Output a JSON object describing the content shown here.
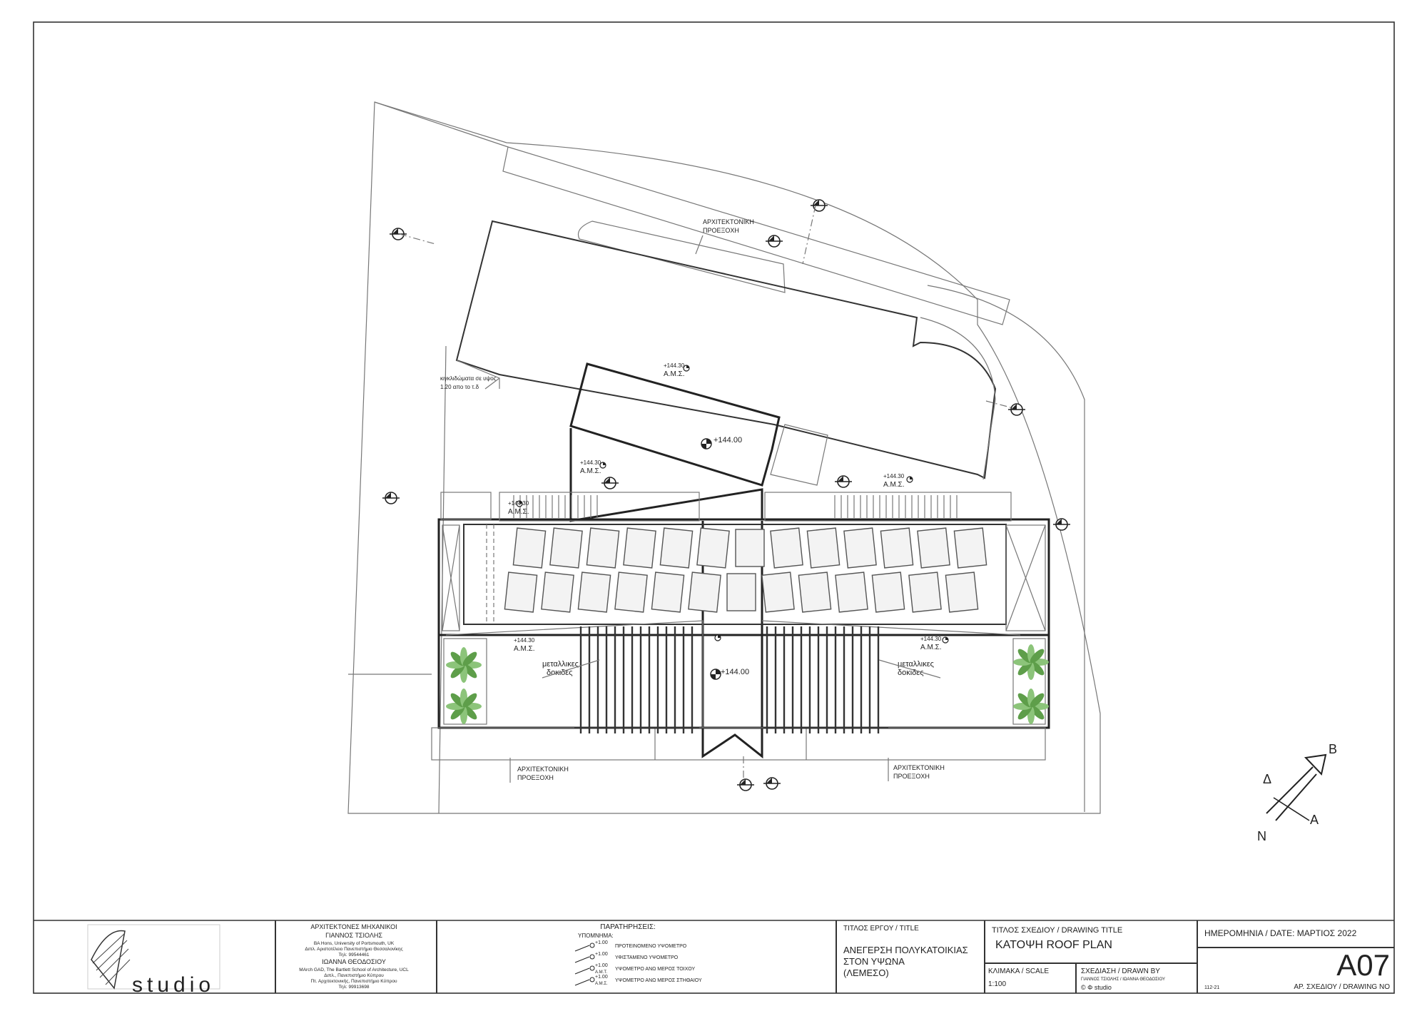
{
  "drawing": {
    "notes": {
      "overhang": "ΑΡΧΙΤΕΚΤΟΝΙΚΗ",
      "overhang2": "ΠΡΟΕΞΟΧΗ",
      "parapet": "κιγκλιδώματα σε υψος",
      "parapet2": "1.20 απο το τ.δ",
      "beams": "μεταλλικες",
      "beams2": "δοκιδες"
    },
    "levels": {
      "roof": "+144.30",
      "ams": "Α.Μ.Σ.",
      "floor": "+144.00"
    }
  },
  "north": {
    "b": "B",
    "d": "Δ",
    "a": "A",
    "n": "N"
  },
  "title_block": {
    "architects_title": "ΑΡΧΙΤΕΚΤΟΝΕΣ ΜΗΧΑΝΙΚΟΙ",
    "arch1_name": "ΓΙΑΝΝΟΣ ΤΣΙΟΛΗΣ",
    "arch1_l1": "BA Hons, University of Portsmouth, UK",
    "arch1_l2": "Διπλ. Αριστοτέλειο Πανεπιστήμιο Θεσσαλονίκης",
    "arch1_tel": "Τηλ: 99544461",
    "arch2_name": "ΙΩΑΝΝΑ ΘΕΟΔΟΣΙΟΥ",
    "arch2_l1": "MArch GAD, The Bartlett School of Architecture, UCL",
    "arch2_l2": "Διπλ., Πανεπιστήμιο Κύπρου",
    "arch2_l3": "Πτ. Αρχιτεκτονικής, Πανεπιστήμιο Κύπρου",
    "arch2_tel": "Τηλ: 99913698",
    "logo_text": "studio",
    "remarks_title": "ΠΑΡΑΤΗΡΗΣΕΙΣ:",
    "legend_title": "ΥΠΟΜΝΗΜΑ:",
    "legend": [
      {
        "value": "+1.00",
        "label": "ΠΡΟΤΕΙΝΟΜΕΝΟ ΥΨΟΜΕΤΡΟ"
      },
      {
        "value": "+1.00",
        "label": "ΥΦΙΣΤΑΜΕΝΟ ΥΨΟΜΕΤΡΟ"
      },
      {
        "value": "+1.00",
        "label": "ΥΨΟΜΕΤΡΟ ΑΝΩ ΜΕΡΟΣ ΤΟΙΧΟΥ"
      },
      {
        "value": "+1.00",
        "label": "ΥΨΟΜΕΤΡΟ ΑΝΩ ΜΕΡΟΣ ΣΤΗΘΑΙΟΥ"
      }
    ],
    "legend_sub": "Α.Μ.Τ.",
    "legend_sub2": "Α.Μ.Σ.",
    "project_label": "ΤΙΤΛΟΣ ΕΡΓΟΥ / TITLE",
    "project_l1": "ΑΝΕΓΕΡΣΗ ΠΟΛΥΚΑΤΟΙΚΙΑΣ",
    "project_l2": "ΣΤΟΝ ΥΨΩΝΑ",
    "project_l3": "(ΛΕΜΕΣΟ)",
    "drawing_title_label": "ΤΙΤΛΟΣ ΣΧΕΔΙΟΥ / DRAWING TITLE",
    "drawing_title": "ΚΑΤΟΨΗ  ROOF PLAN",
    "scale_label": "ΚΛΙΜΑΚΑ / SCALE",
    "scale": "1:100",
    "drawn_label": "ΣΧΕΔΙΑΣΗ / DRAWN BY",
    "drawn_names": "ΓΙΑΝΝΟΣ ΤΣΙΟΛΗΣ / ΙΩΑΝΝΑ ΘΕΟΔΟΣΙΟΥ",
    "drawn_studio": "© Φ studio",
    "date_label": "ΗΜΕΡΟΜΗΝΙΑ / DATE: ΜΑΡΤΙΟΣ  2022",
    "drawing_no": "A07",
    "project_code": "112-21",
    "drawing_no_label": "ΑΡ. ΣΧΕΔΙΟΥ / DRAWING NO"
  }
}
